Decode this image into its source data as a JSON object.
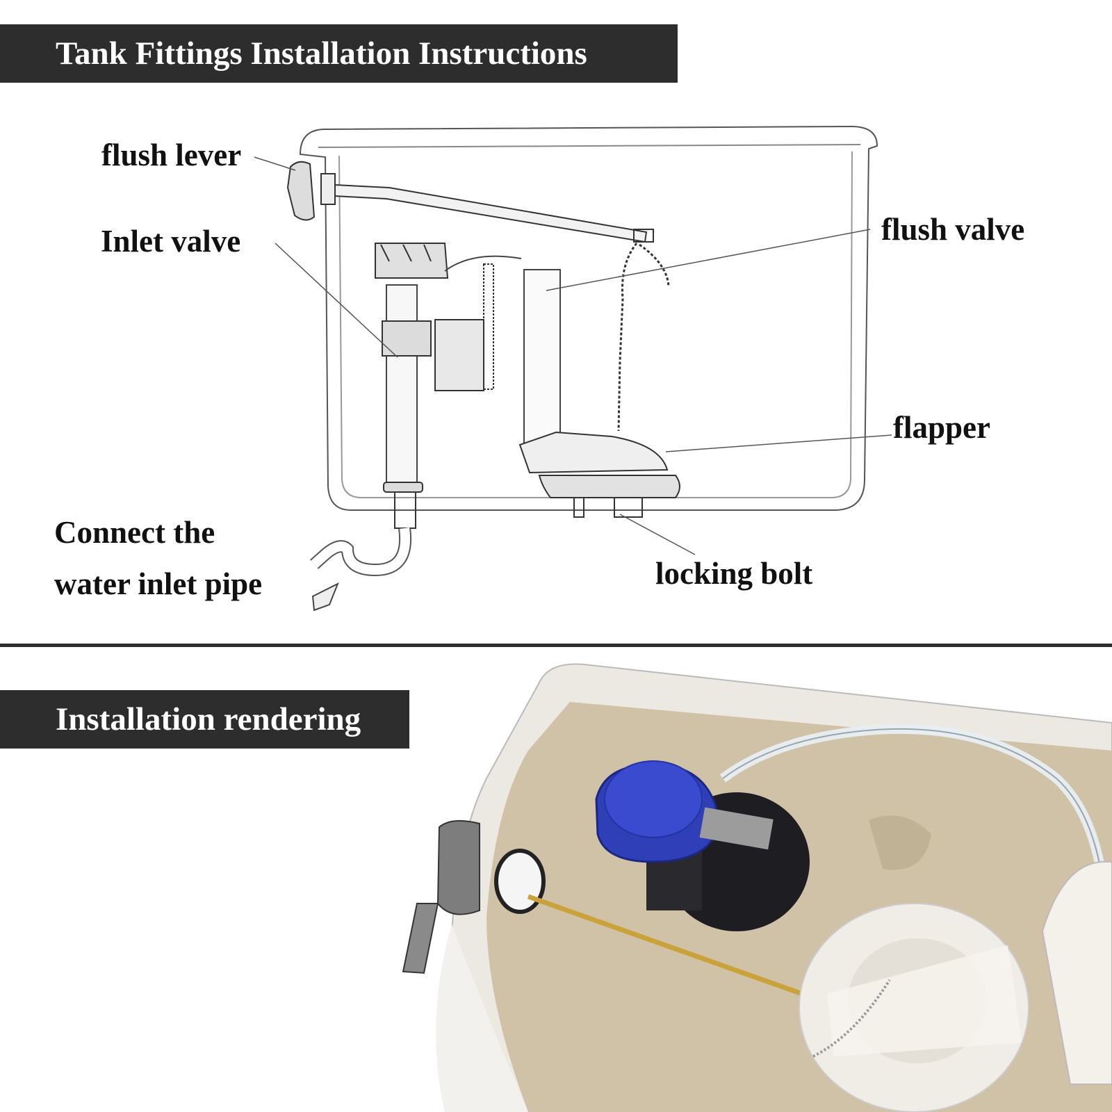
{
  "header": {
    "title": "Tank Fittings Installation Instructions"
  },
  "diagram": {
    "labels": {
      "flush_lever": "flush lever",
      "inlet_valve": "Inlet valve",
      "flush_valve": "flush valve",
      "flapper": "flapper",
      "connect_line1": "Connect the",
      "connect_line2": "water inlet pipe",
      "locking_bolt": "locking bolt"
    }
  },
  "section2": {
    "title": "Installation rendering"
  },
  "colors": {
    "banner_bg": "#2d2d2d",
    "banner_text": "#ffffff",
    "fill_valve_blue": "#2f3fb8",
    "tank_interior": "#cfc2a6",
    "brass_rod": "#c9a23a"
  }
}
